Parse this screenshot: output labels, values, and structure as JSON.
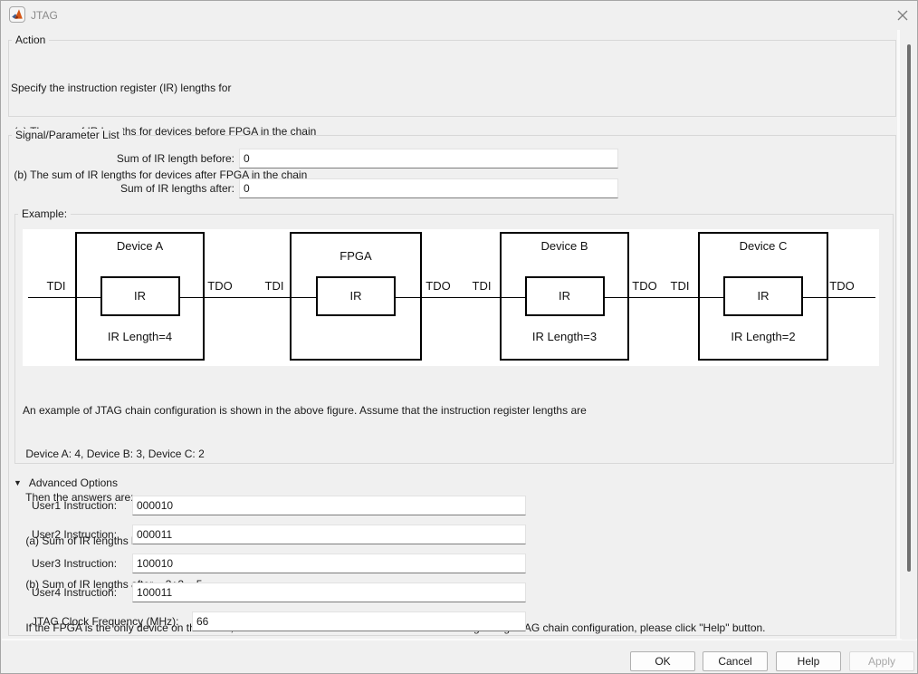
{
  "window": {
    "title": "JTAG"
  },
  "action": {
    "legend": "Action",
    "lines": [
      "Specify the instruction register (IR) lengths for",
      " (a) The sum of IR lengths for devices before FPGA in the chain",
      " (b) The sum of IR lengths for devices after FPGA in the chain"
    ]
  },
  "signal_list": {
    "legend": "Signal/Parameter List",
    "fields": [
      {
        "label": "Sum of IR length before:",
        "value": "0"
      },
      {
        "label": "Sum of IR lengths after:",
        "value": "0"
      }
    ]
  },
  "example": {
    "legend": "Example:",
    "diagram": {
      "devices": [
        {
          "name": "Device A",
          "ir_label": "IR",
          "length_label": "IR Length=4"
        },
        {
          "name": "FPGA",
          "ir_label": "IR",
          "length_label": ""
        },
        {
          "name": "Device B",
          "ir_label": "IR",
          "length_label": "IR Length=3"
        },
        {
          "name": "Device C",
          "ir_label": "IR",
          "length_label": "IR Length=2"
        }
      ],
      "wire_labels": [
        "TDI",
        "TDO",
        "TDI",
        "TDO",
        "TDI",
        "TDO",
        "TDI",
        "TDO"
      ]
    },
    "notes": [
      "An example of JTAG chain configuration is shown in the above figure. Assume that the instruction register lengths are",
      " Device A: 4, Device B: 3, Device C: 2",
      " Then the answers are:",
      " (a) Sum of IR lengths before = 4",
      " (b) Sum of IR lengths after = 3+2 = 5",
      " If the FPGA is the only device on the chain, enter 0 for both fields. To find more information regarding JTAG chain configuration, please click \"Help\" button."
    ]
  },
  "advanced": {
    "toggle_icon": "▼",
    "header": "Advanced Options",
    "fields": [
      {
        "label": "User1 Instruction:",
        "value": "000010"
      },
      {
        "label": "User2 Instruction:",
        "value": "000011"
      },
      {
        "label": "User3 Instruction:",
        "value": "100010"
      },
      {
        "label": "User4 Instruction:",
        "value": "100011"
      },
      {
        "label": "JTAG Clock Frequency (MHz):",
        "value": "66"
      }
    ]
  },
  "footer": {
    "ok": "OK",
    "cancel": "Cancel",
    "help": "Help",
    "apply": "Apply"
  },
  "colors": {
    "accent_logo_orange": "#d45615",
    "logo_blue": "#3f5e8e",
    "dialog_bg": "#f0f0f0"
  }
}
